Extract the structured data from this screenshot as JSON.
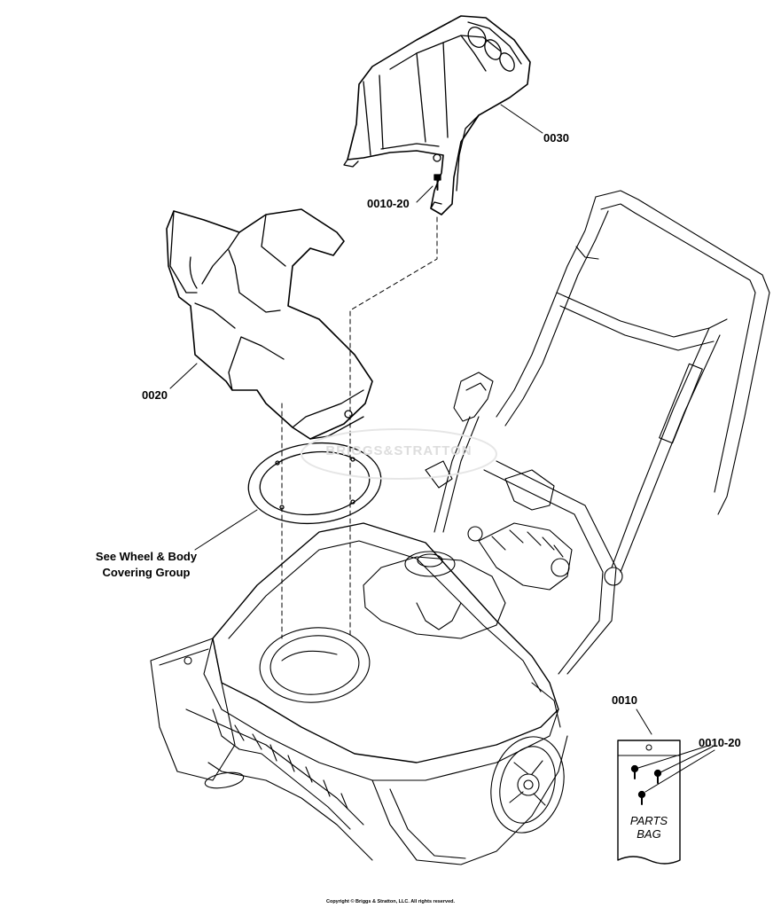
{
  "callouts": {
    "part_0030": "0030",
    "part_0010_20_top": "0010-20",
    "part_0020": "0020",
    "see_group_line1": "See Wheel & Body",
    "see_group_line2": "Covering Group",
    "part_0010": "0010",
    "part_0010_20_bag": "0010-20"
  },
  "parts_bag": {
    "line1": "PARTS",
    "line2": "BAG"
  },
  "watermark": "BRIGGS&STRATTON",
  "copyright": "Copyright © Briggs & Stratton, LLC. All rights reserved."
}
